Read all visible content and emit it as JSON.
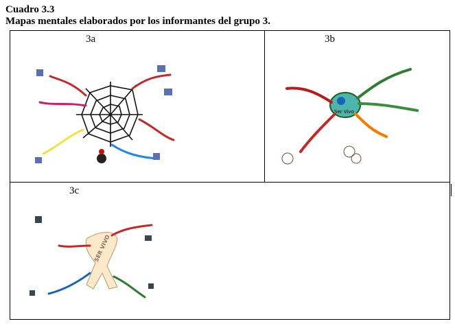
{
  "document": {
    "title": "Cuadro 3.3",
    "subtitle": "Mapas mentales elaborados por los informantes del grupo 3."
  },
  "figures": [
    {
      "label": "3a",
      "center_icon": "spider-web-icon"
    },
    {
      "label": "3b",
      "center_icon": "cell-icon",
      "center_text": "Ser Vivo"
    },
    {
      "label": "3c",
      "center_icon": "human-silhouette-icon",
      "center_text": "SER VIVO"
    }
  ]
}
